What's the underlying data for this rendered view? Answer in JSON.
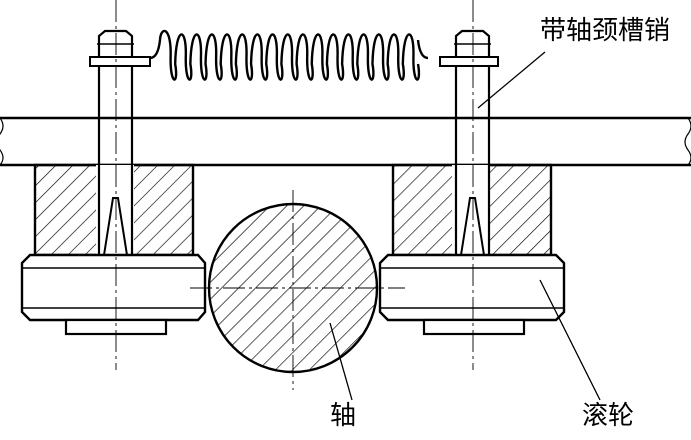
{
  "labels": {
    "pin": "带轴颈槽销",
    "shaft": "轴",
    "roller": "滚轮"
  },
  "colors": {
    "stroke": "#000000",
    "background": "#ffffff"
  }
}
